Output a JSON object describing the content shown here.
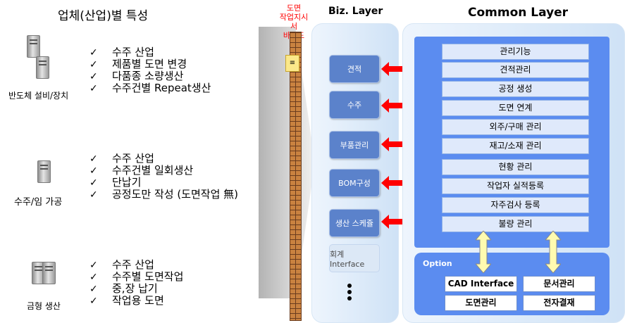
{
  "left": {
    "title": "업체(산업)별 특성",
    "segments": [
      {
        "label": "반도체 설비/장치",
        "items": [
          "수주 산업",
          "제품별 도면 변경",
          "다품종 소량생산",
          "수주건별   Repeat생산"
        ]
      },
      {
        "label": "수주/임 가공",
        "items": [
          "수주 산업",
          "수주건별  일회생산",
          "단납기",
          "공정도만 작성 (도면작업 無)"
        ]
      },
      {
        "label": "금형 생산",
        "items": [
          "수주 산업",
          "수주별 도면작업",
          "중,장 납기",
          "작업용 도면"
        ]
      }
    ],
    "check_mark": "✓"
  },
  "barcode": {
    "line1": "도면",
    "line2": "작업지시서",
    "line3": "바코드"
  },
  "biz": {
    "title": "Biz. Layer",
    "buttons": [
      "견적",
      "수주",
      "부품관리",
      "BOM구성",
      "생산 스케쥴",
      "회계 Interface"
    ]
  },
  "common": {
    "title": "Common Layer",
    "functions": [
      "관리기능",
      "견적관리",
      "공정 생성",
      "도면 연계",
      "외주/구매 관리",
      "재고/소재 관리",
      "현황 관리",
      "작업자 실적등록",
      "자주검사 등록",
      "불량 관리"
    ],
    "option": {
      "label": "Option",
      "buttons": [
        "CAD Interface",
        "문서관리",
        "도면관리",
        "전자결재"
      ]
    }
  },
  "colors": {
    "accent_blue": "#5b8cf0",
    "biz_button": "#5b82cb",
    "arrow_red": "#ff0000",
    "arrow_yellow": "#fffbb0",
    "barcode_title": "#ff0000"
  }
}
